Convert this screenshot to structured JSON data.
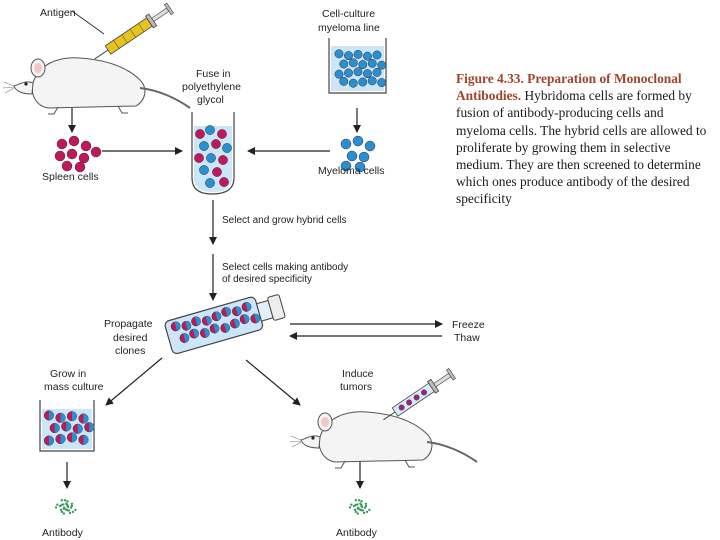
{
  "labels": {
    "antigen": "Antigen",
    "cell_culture_1": "Cell-culture",
    "cell_culture_2": "myeloma line",
    "fuse_1": "Fuse in",
    "fuse_2": "polyethylene",
    "fuse_3": "glycol",
    "spleen_cells": "Spleen cells",
    "myeloma_cells": "Myeloma cells",
    "select_grow": "Select and grow hybrid cells",
    "select_making_1": "Select cells making antibody",
    "select_making_2": "of desired specificity",
    "propagate_1": "Propagate",
    "propagate_2": "desired",
    "propagate_3": "clones",
    "freeze": "Freeze",
    "thaw": "Thaw",
    "grow_1": "Grow in",
    "grow_2": "mass culture",
    "induce_1": "Induce",
    "induce_2": "tumors",
    "antibody_left": "Antibody",
    "antibody_right": "Antibody"
  },
  "caption": {
    "title": "Figure 4.33. Preparation of Monoclonal Antibodies.",
    "body": " Hybridoma cells are formed by fusion of antibody-producing cells and myeloma cells. The hybrid cells are allowed to proliferate by growing them in selective medium. They are then screened to determine which ones produce antibody of the desired specificity"
  },
  "colors": {
    "spleen_cell": "#c2185b",
    "myeloma_cell": "#2a8fd0",
    "hybrid_cell": "#8e2a78",
    "medium": "#cde6f7",
    "syringe_yellow": "#e8c21e",
    "caption_title": "#a0452a"
  }
}
